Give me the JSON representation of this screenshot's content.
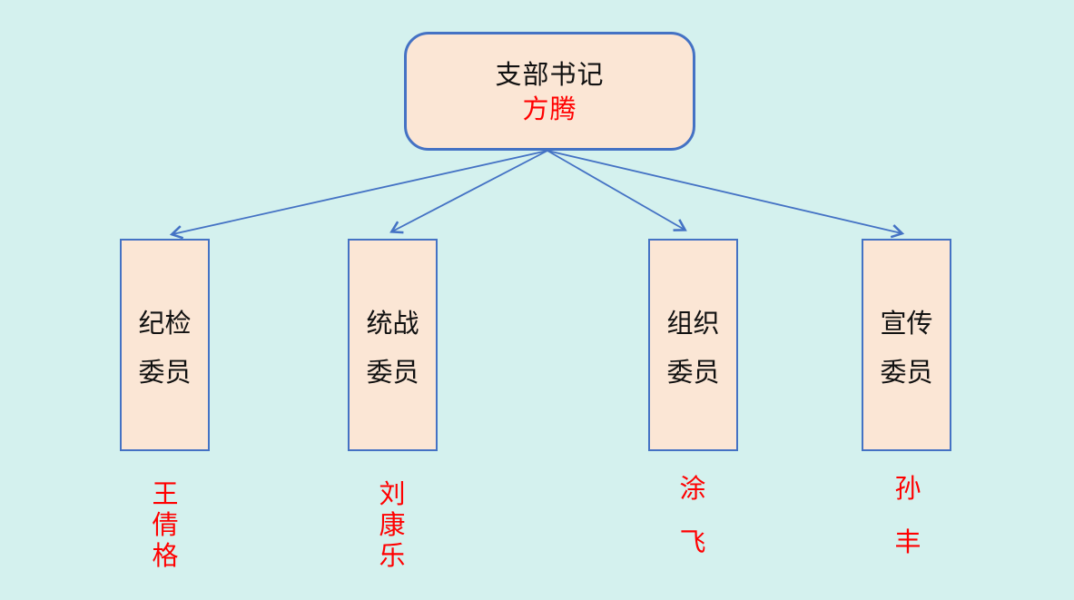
{
  "diagram": {
    "type": "org-chart",
    "root": {
      "title": "支部书记",
      "name": "方腾"
    },
    "committees": [
      {
        "role_line1": "纪检",
        "role_line2": "委员",
        "name": "王倩格"
      },
      {
        "role_line1": "统战",
        "role_line2": "委员",
        "name": "刘康乐"
      },
      {
        "role_line1": "组织",
        "role_line2": "委员",
        "name": "涂飞"
      },
      {
        "role_line1": "宣传",
        "role_line2": "委员",
        "name": "孙丰"
      }
    ],
    "connections": [
      {
        "from": "支部书记",
        "to": "纪检委员"
      },
      {
        "from": "支部书记",
        "to": "统战委员"
      },
      {
        "from": "支部书记",
        "to": "组织委员"
      },
      {
        "from": "支部书记",
        "to": "宣传委员"
      }
    ],
    "colors": {
      "background": "#d4f1ee",
      "node_fill": "#fbe6d5",
      "node_border": "#4472c4",
      "arrow": "#4472c4",
      "title_text": "#111111",
      "name_text": "#ff0000"
    }
  }
}
